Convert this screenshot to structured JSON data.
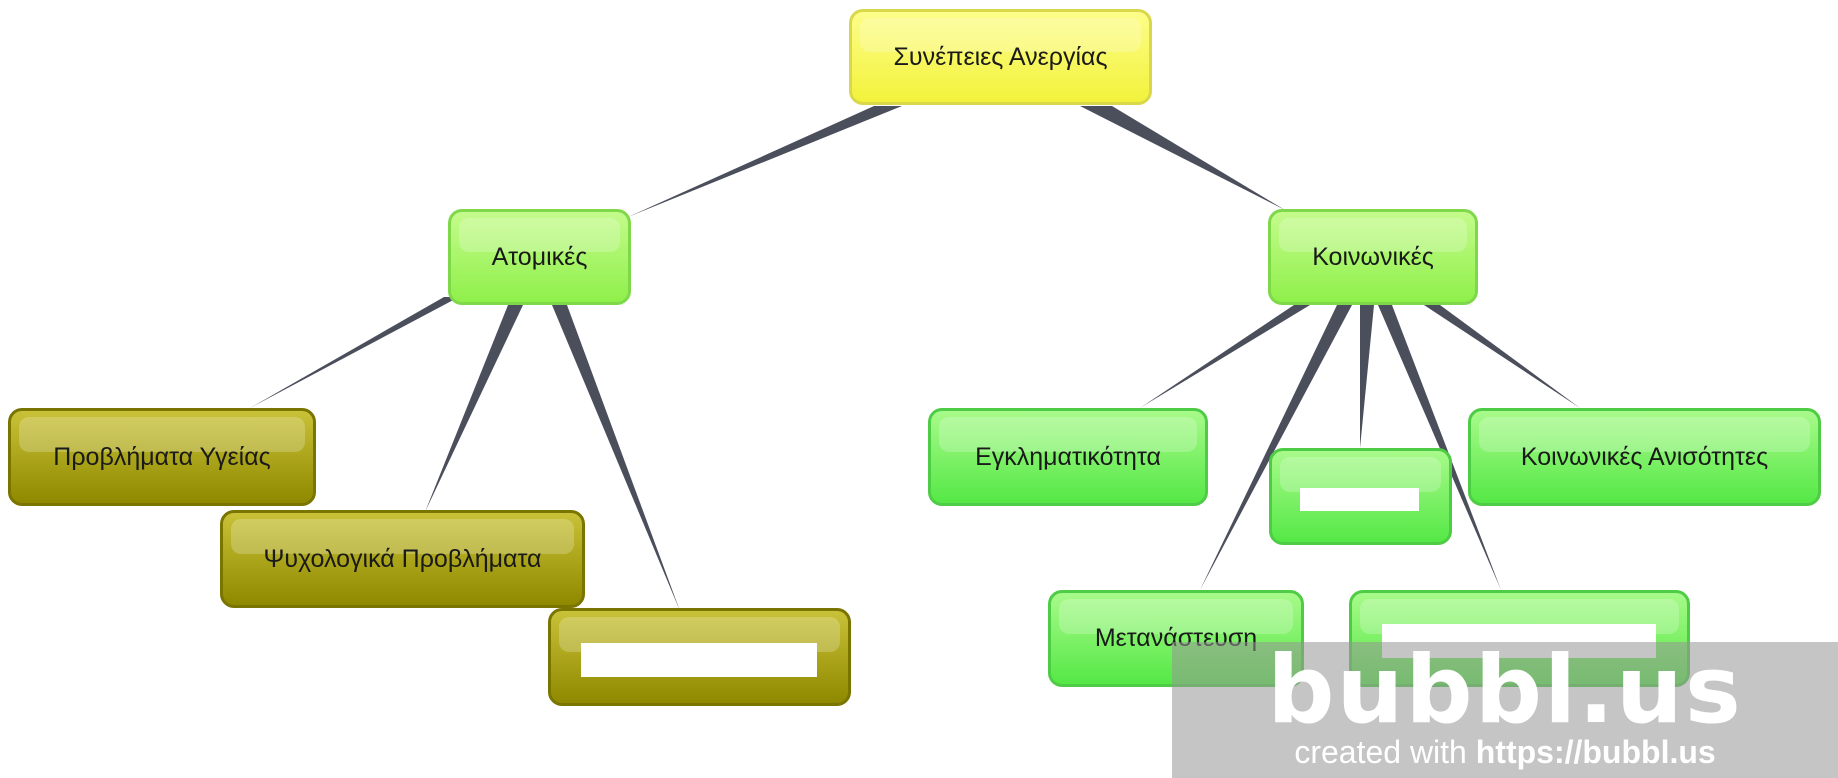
{
  "nodes": {
    "root": "Συνέπειες Ανεργίας",
    "atomikes": "Ατομικές",
    "koinonikes": "Κοινωνικές",
    "problimata_ygeias": "Προβλήματα Υγείας",
    "psychologika": "Ψυχολογικά Προβλήματα",
    "egklimatikotita": "Εγκληματικότητα",
    "koinonikes_anisotites": "Κοινωνικές Ανισότητες",
    "metanastefsi": "Μετανάστευση"
  },
  "watermark": {
    "logo": "bubbl.us",
    "credit_prefix": "created with ",
    "credit_url": "https://bubbl.us"
  },
  "colors": {
    "root": "#f2f23c",
    "level1": "#8ff04a",
    "leaf_green": "#55e846",
    "leaf_olive": "#8f8900",
    "connector": "#4b4f5c"
  }
}
